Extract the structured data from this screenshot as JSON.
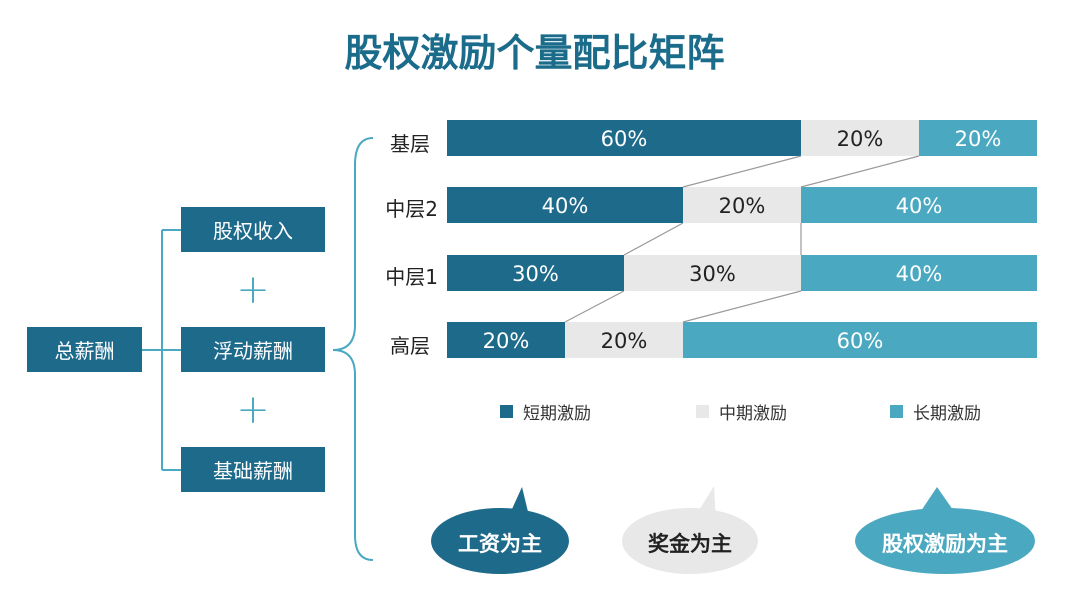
{
  "title": "股权激励个量配比矩阵",
  "tree": {
    "root": "总薪酬",
    "children": [
      "股权收入",
      "浮动薪酬",
      "基础薪酬"
    ],
    "plus": "+"
  },
  "colors": {
    "short": "#1d6a8b",
    "mid": "#e8e8e8",
    "long": "#4aa8c1"
  },
  "chart_data": {
    "type": "bar",
    "stacked": true,
    "orientation": "horizontal",
    "categories": [
      "基层",
      "中层2",
      "中层1",
      "高层"
    ],
    "series": [
      {
        "name": "短期激励",
        "values": [
          60,
          40,
          30,
          20
        ]
      },
      {
        "name": "中期激励",
        "values": [
          20,
          20,
          30,
          20
        ]
      },
      {
        "name": "长期激励",
        "values": [
          20,
          40,
          40,
          60
        ]
      }
    ],
    "value_suffix": "%",
    "xlim": [
      0,
      100
    ]
  },
  "bubbles": [
    "工资为主",
    "奖金为主",
    "股权激励为主"
  ]
}
